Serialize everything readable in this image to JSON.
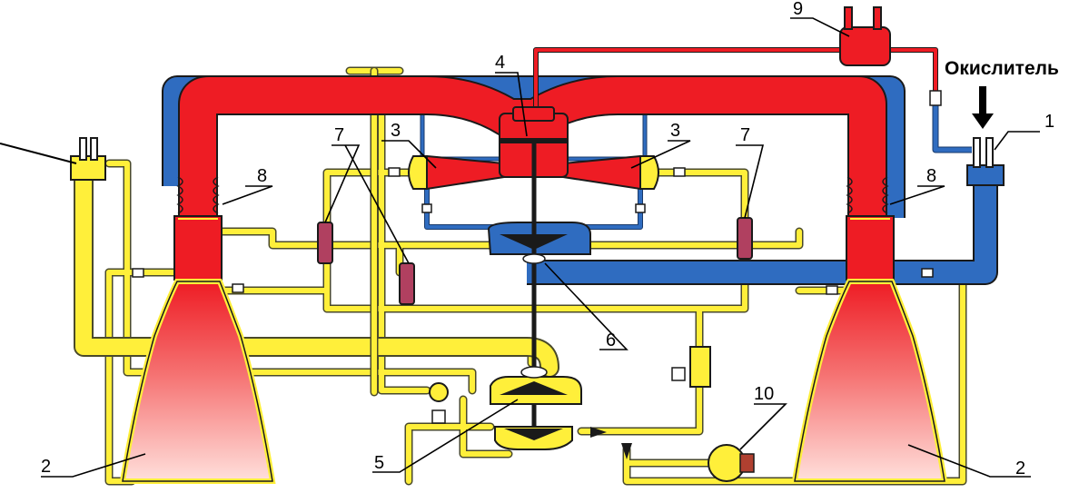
{
  "diagram": {
    "labels": {
      "n1": "1",
      "n2_left": "2",
      "n2_right": "2",
      "n3_left": "3",
      "n3_right": "3",
      "n4": "4",
      "n5": "5",
      "n6": "6",
      "n7_left": "7",
      "n7_right": "7",
      "n8_left": "8",
      "n8_right": "8",
      "n9": "9",
      "n10": "10",
      "oxidizer": "Окислитель"
    },
    "colors": {
      "hot_gas": "#ee1c24",
      "oxidizer_line": "#2f6cc0",
      "fuel_line": "#ffef3a",
      "outline": "#1a1a1a",
      "nozzle_glow": "#ffd0cc"
    }
  }
}
